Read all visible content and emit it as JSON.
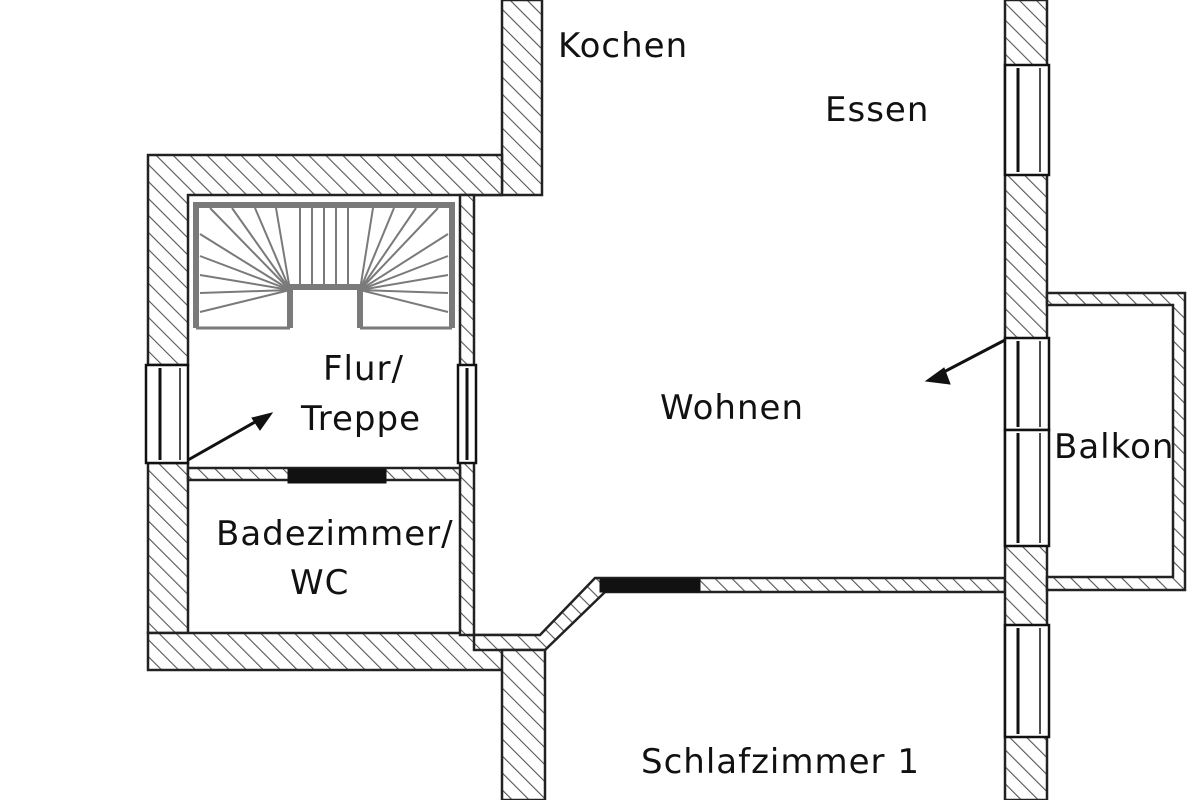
{
  "rooms": {
    "kochen": "Kochen",
    "essen": "Essen",
    "flur_line1": "Flur/",
    "flur_line2": "Treppe",
    "wohnen": "Wohnen",
    "bad_line1": "Badezimmer/",
    "bad_line2": "WC",
    "balkon": "Balkon",
    "schlafzimmer": "Schlafzimmer 1"
  },
  "colors": {
    "wall_stroke": "#222222",
    "hatch": "#555555",
    "stair": "#7a7a7a",
    "door": "#111111",
    "background": "#ffffff"
  }
}
